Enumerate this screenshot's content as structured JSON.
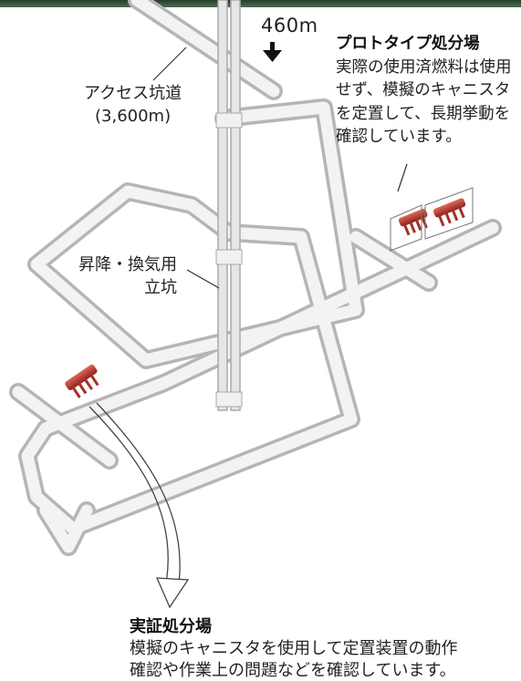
{
  "depth_label": "460m",
  "access_tunnel": {
    "line1": "アクセス坑道",
    "line2": "(3,600m)"
  },
  "shaft": {
    "line1": "昇降・換気用",
    "line2": "立坑"
  },
  "prototype_repository": {
    "title": "プロトタイプ処分場",
    "text": "実際の使用済燃料は使用せず、模擬のキャニスタを定置して、長期挙動を確認しています。"
  },
  "demonstration_repository": {
    "title": "実証処分場",
    "line1": "模擬のキャニスタを使用して定置装置の動作",
    "line2": "確認や作業上の問題などを確認しています。"
  },
  "colors": {
    "tunnel_fill": "#f1f1f1",
    "tunnel_edge": "#b8b8b8",
    "canister_red": "#c0392b",
    "ground_green": "#2e4a33",
    "text": "#222222"
  }
}
